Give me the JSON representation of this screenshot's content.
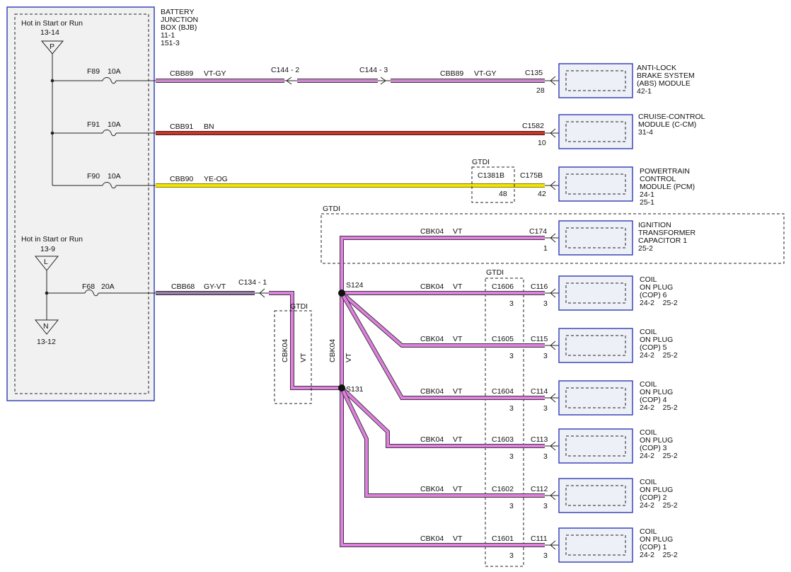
{
  "colors": {
    "vt": "#e07fe0",
    "vt_outline": "#3a3a3a",
    "vt_gy_gray": "#9a9a9a",
    "bn": "#c0392b",
    "bn_outline": "#5a1010",
    "ye": "#f2e600",
    "ye_outline": "#8a7d00",
    "gy_vt": "#8c5fa0",
    "module_border": "#3b46b8",
    "module_fill": "#eef0f8",
    "junction_fill": "#f1f1f1"
  },
  "bjb": {
    "title": [
      "BATTERY",
      "JUNCTION",
      "BOX (BJB)",
      "11-1",
      "151-3"
    ],
    "hot_top": {
      "label": "Hot in Start or Run",
      "ref": "13-14",
      "letter": "P"
    },
    "hot_bottom": {
      "label": "Hot in Start or Run",
      "ref": "13-9",
      "letter": "L"
    },
    "ground": {
      "letter": "N",
      "ref": "13-12"
    },
    "fuses": [
      {
        "name": "F89",
        "rating": "10A"
      },
      {
        "name": "F91",
        "rating": "10A"
      },
      {
        "name": "F90",
        "rating": "10A"
      },
      {
        "name": "F68",
        "rating": "20A"
      }
    ]
  },
  "circuits": {
    "abs": {
      "wire1": "CBB89",
      "color1": "VT-GY",
      "conn_a": "C144 - 2",
      "conn_b": "C144 - 3",
      "wire2": "CBB89",
      "color2": "VT-GY",
      "conn": "C135",
      "pin": "28",
      "module": [
        "ANTI-LOCK",
        "BRAKE SYSTEM",
        "(ABS) MODULE",
        "42-1"
      ]
    },
    "ccm": {
      "wire": "CBB91",
      "color": "BN",
      "conn": "C1582",
      "pin": "10",
      "module": [
        "CRUISE-CONTROL",
        "MODULE (C-CM)",
        "31-4"
      ]
    },
    "pcm": {
      "wire": "CBB90",
      "color": "YE-OG",
      "gtdi": "GTDI",
      "inline_conn": "C1381B",
      "inline_pin": "48",
      "conn": "C175B",
      "pin": "42",
      "module": [
        "POWERTRAIN",
        "CONTROL",
        "MODULE (PCM)",
        "24-1",
        "25-1"
      ]
    },
    "cop_feed": {
      "wire": "CBB68",
      "color": "GY-VT",
      "conn": "C134 - 1",
      "gtdi_small": "GTDI",
      "vwire": "CBK04",
      "vcolor": "VT",
      "splice_top": "S124",
      "splice_bottom": "S131"
    }
  },
  "ignition": {
    "gtdi": "GTDI",
    "wire": "CBK04",
    "color": "VT",
    "conn": "C174",
    "pin": "1",
    "module": [
      "IGNITION",
      "TRANSFORMER",
      "CAPACITOR 1",
      "25-2"
    ]
  },
  "gtdi_column": "GTDI",
  "coils": [
    {
      "wire": "CBK04",
      "color": "VT",
      "inline": "C1606",
      "inline_pin": "3",
      "conn": "C116",
      "pin": "3",
      "module": [
        "COIL",
        "ON PLUG",
        "(COP) 6",
        "24-2    25-2"
      ]
    },
    {
      "wire": "CBK04",
      "color": "VT",
      "inline": "C1605",
      "inline_pin": "3",
      "conn": "C115",
      "pin": "3",
      "module": [
        "COIL",
        "ON PLUG",
        "(COP) 5",
        "24-2    25-2"
      ]
    },
    {
      "wire": "CBK04",
      "color": "VT",
      "inline": "C1604",
      "inline_pin": "3",
      "conn": "C114",
      "pin": "3",
      "module": [
        "COIL",
        "ON PLUG",
        "(COP) 4",
        "24-2    25-2"
      ]
    },
    {
      "wire": "CBK04",
      "color": "VT",
      "inline": "C1603",
      "inline_pin": "3",
      "conn": "C113",
      "pin": "3",
      "module": [
        "COIL",
        "ON PLUG",
        "(COP) 3",
        "24-2    25-2"
      ]
    },
    {
      "wire": "CBK04",
      "color": "VT",
      "inline": "C1602",
      "inline_pin": "3",
      "conn": "C112",
      "pin": "3",
      "module": [
        "COIL",
        "ON PLUG",
        "(COP) 2",
        "24-2    25-2"
      ]
    },
    {
      "wire": "CBK04",
      "color": "VT",
      "inline": "C1601",
      "inline_pin": "3",
      "conn": "C111",
      "pin": "3",
      "module": [
        "COIL",
        "ON PLUG",
        "(COP) 1",
        "24-2    25-2"
      ]
    }
  ]
}
